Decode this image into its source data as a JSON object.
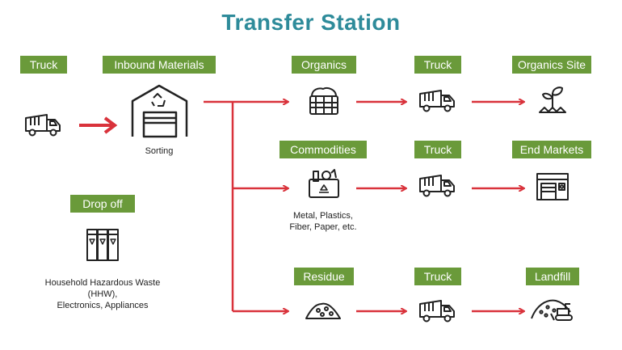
{
  "title": "Transfer Station",
  "labels": {
    "truck_in": "Truck",
    "inbound": "Inbound Materials",
    "drop_off": "Drop off",
    "organics": "Organics",
    "commodities": "Commodities",
    "residue": "Residue",
    "truck_organics": "Truck",
    "truck_commodities": "Truck",
    "truck_residue": "Truck",
    "organics_site": "Organics Site",
    "end_markets": "End Markets",
    "landfill": "Landfill"
  },
  "captions": {
    "sorting": "Sorting",
    "commodities_line1": "Metal, Plastics,",
    "commodities_line2": "Fiber, Paper, etc.",
    "hhw_line1": "Household Hazardous Waste",
    "hhw_line2": "(HHW),",
    "hhw_line3": "Electronics, Appliances"
  },
  "colors": {
    "title": "#2e8b9a",
    "label_bg": "#6a9a3a",
    "arrow": "#d9323b"
  },
  "icons": [
    "truck-icon",
    "warehouse-recycle-icon",
    "organics-bin-icon",
    "recycle-bin-icon",
    "compost-plant-icon",
    "storefront-icon",
    "debris-pile-icon",
    "landfill-bulldozer-icon",
    "hazardous-bins-icon"
  ]
}
